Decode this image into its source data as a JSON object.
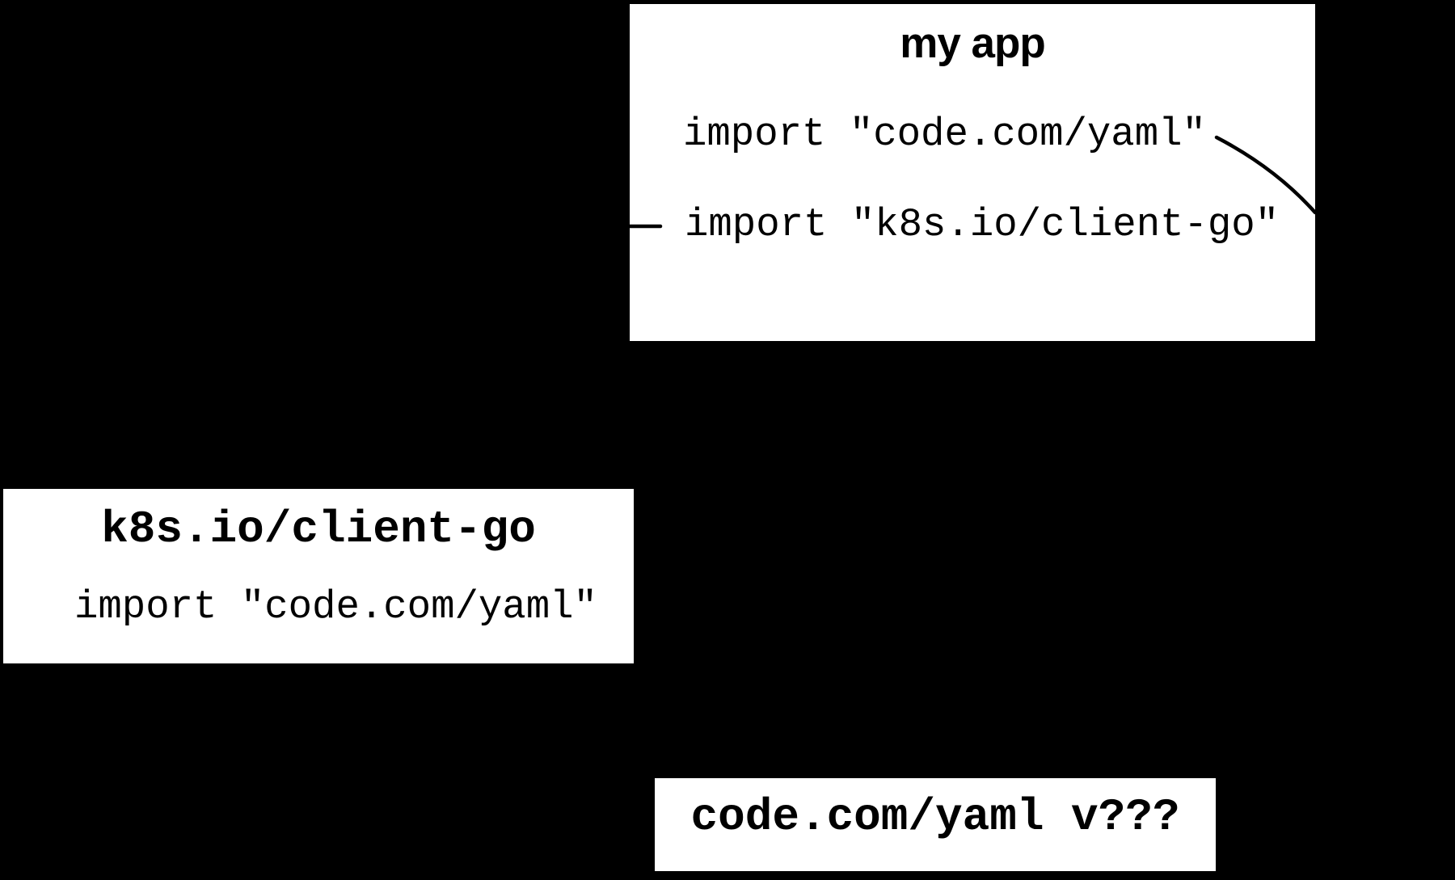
{
  "diagram": {
    "background_color": "#000000",
    "box_background_color": "#ffffff",
    "edge_color": "#000000",
    "boxes": {
      "my_app": {
        "title": "my app",
        "imports": [
          "import \"code.com/yaml\"",
          "import \"k8s.io/client-go\""
        ]
      },
      "client_go": {
        "title": "k8s.io/client-go",
        "imports": [
          "import \"code.com/yaml\""
        ]
      },
      "yaml": {
        "title": "code.com/yaml v???"
      }
    }
  }
}
